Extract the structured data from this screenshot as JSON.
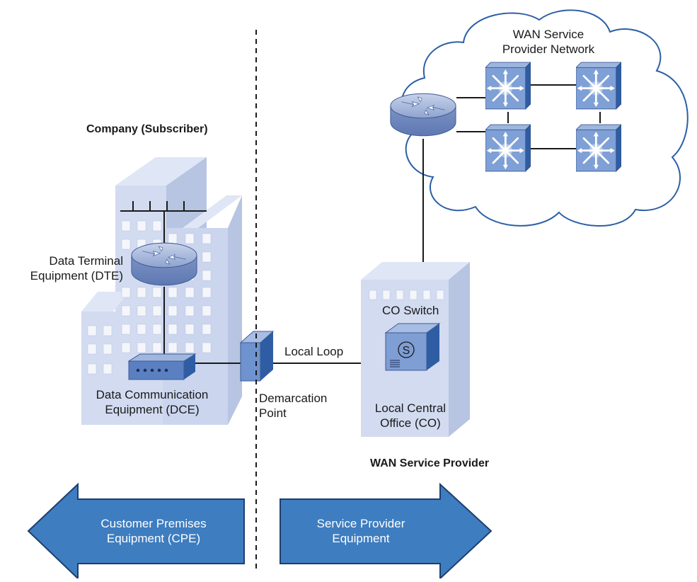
{
  "labels": {
    "company": "Company (Subscriber)",
    "dte_line1": "Data Terminal",
    "dte_line2": "Equipment (DTE)",
    "dce_line1": "Data Communication",
    "dce_line2": "Equipment (DCE)",
    "demarc_line1": "Demarcation",
    "demarc_line2": "Point",
    "local_loop": "Local Loop",
    "co_switch": "CO Switch",
    "switch_symbol": "S",
    "co_line1": "Local Central",
    "co_line2": "Office (CO)",
    "wan_cloud_line1": "WAN Service",
    "wan_cloud_line2": "Provider Network",
    "wan_provider": "WAN Service Provider"
  },
  "arrows": {
    "cpe_line1": "Customer Premises",
    "cpe_line2": "Equipment (CPE)",
    "spe_line1": "Service Provider",
    "spe_line2": "Equipment"
  },
  "colors": {
    "arrow_fill": "#3e7dbf",
    "building_front": "#cfd8ee",
    "building_side": "#b2bfe0",
    "device_blue": "#4a74b8",
    "cloud_stroke": "#2c5fa6"
  },
  "icons": [
    "router-icon",
    "modem-icon",
    "demarc-jack-icon",
    "co-switch-icon",
    "atm-switch-icon",
    "office-building-icon",
    "cloud-icon"
  ]
}
